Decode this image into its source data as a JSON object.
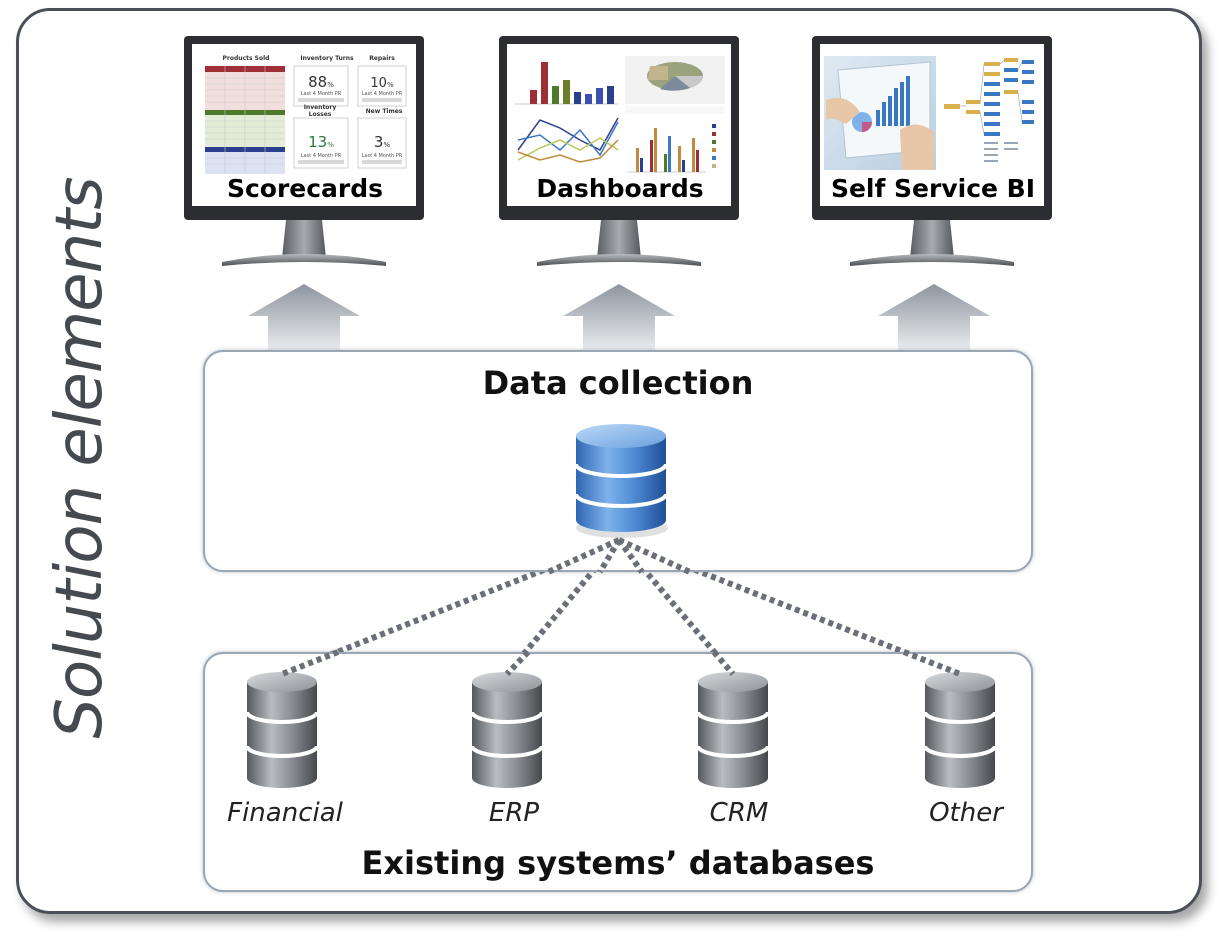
{
  "side_title": "Solution elements",
  "monitors": [
    {
      "label": "Scorecards"
    },
    {
      "label": "Dashboards"
    },
    {
      "label": "Self Service BI"
    }
  ],
  "scorecard_screen": {
    "products_sold": "Products Sold",
    "inventory_turns": "Inventory Turns",
    "repairs": "Repairs",
    "inventory_losses": "Inventory Losses",
    "new_times": "New Times",
    "turns_value": "88",
    "repairs_value": "10",
    "losses_value": "13",
    "new_times_value": "3",
    "unit": "%",
    "period": "Last 4 Month PR"
  },
  "data_collection": {
    "title": "Data collection"
  },
  "existing": {
    "title": "Existing systems’ databases",
    "databases": [
      "Financial",
      "ERP",
      "CRM",
      "Other"
    ]
  },
  "colors": {
    "border": "#4b5058",
    "panel_border": "#9aa6b4",
    "db_blue": "#3b78c4",
    "db_gray": "#7b7f84",
    "connector": "#6b7078"
  }
}
